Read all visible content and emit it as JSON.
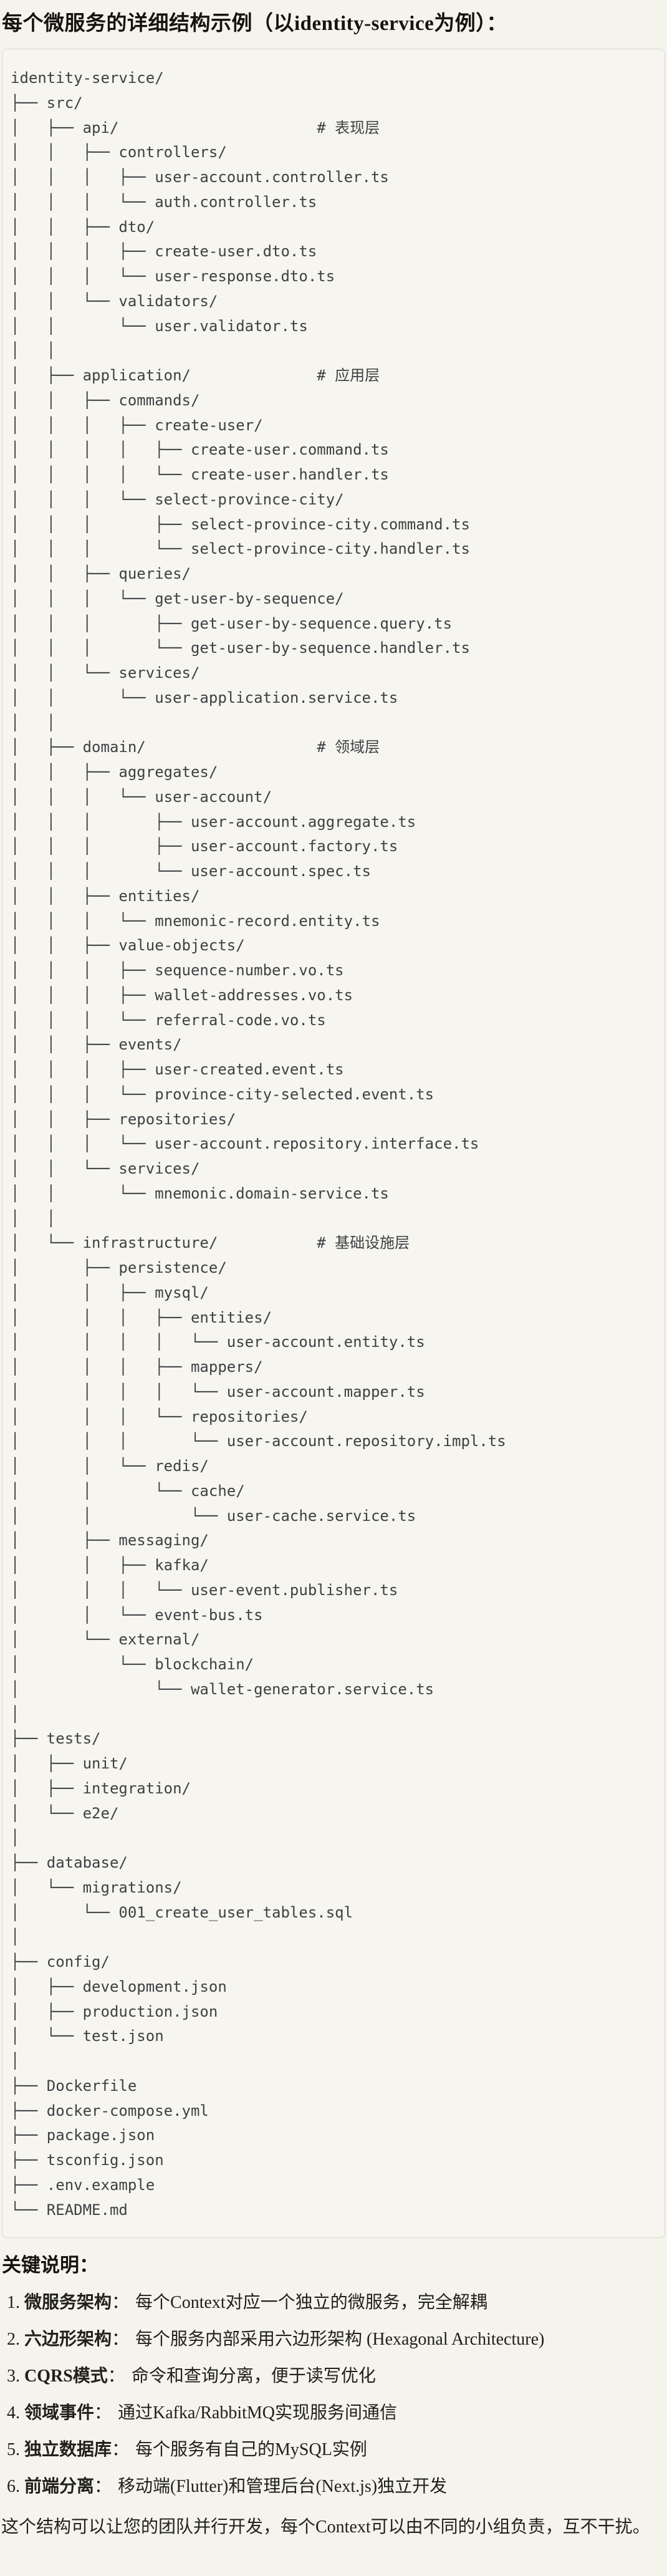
{
  "page": {
    "title": "每个微服务的详细结构示例（以identity-service为例）："
  },
  "tree": {
    "lines": [
      "identity-service/",
      "├── src/",
      "│   ├── api/                      # 表现层",
      "│   │   ├── controllers/",
      "│   │   │   ├── user-account.controller.ts",
      "│   │   │   └── auth.controller.ts",
      "│   │   ├── dto/",
      "│   │   │   ├── create-user.dto.ts",
      "│   │   │   └── user-response.dto.ts",
      "│   │   └── validators/",
      "│   │       └── user.validator.ts",
      "│   │",
      "│   ├── application/              # 应用层",
      "│   │   ├── commands/",
      "│   │   │   ├── create-user/",
      "│   │   │   │   ├── create-user.command.ts",
      "│   │   │   │   └── create-user.handler.ts",
      "│   │   │   └── select-province-city/",
      "│   │   │       ├── select-province-city.command.ts",
      "│   │   │       └── select-province-city.handler.ts",
      "│   │   ├── queries/",
      "│   │   │   └── get-user-by-sequence/",
      "│   │   │       ├── get-user-by-sequence.query.ts",
      "│   │   │       └── get-user-by-sequence.handler.ts",
      "│   │   └── services/",
      "│   │       └── user-application.service.ts",
      "│   │",
      "│   ├── domain/                   # 领域层",
      "│   │   ├── aggregates/",
      "│   │   │   └── user-account/",
      "│   │   │       ├── user-account.aggregate.ts",
      "│   │   │       ├── user-account.factory.ts",
      "│   │   │       └── user-account.spec.ts",
      "│   │   ├── entities/",
      "│   │   │   └── mnemonic-record.entity.ts",
      "│   │   ├── value-objects/",
      "│   │   │   ├── sequence-number.vo.ts",
      "│   │   │   ├── wallet-addresses.vo.ts",
      "│   │   │   └── referral-code.vo.ts",
      "│   │   ├── events/",
      "│   │   │   ├── user-created.event.ts",
      "│   │   │   └── province-city-selected.event.ts",
      "│   │   ├── repositories/",
      "│   │   │   └── user-account.repository.interface.ts",
      "│   │   └── services/",
      "│   │       └── mnemonic.domain-service.ts",
      "│   │",
      "│   └── infrastructure/           # 基础设施层",
      "│       ├── persistence/",
      "│       │   ├── mysql/",
      "│       │   │   ├── entities/",
      "│       │   │   │   └── user-account.entity.ts",
      "│       │   │   ├── mappers/",
      "│       │   │   │   └── user-account.mapper.ts",
      "│       │   │   └── repositories/",
      "│       │   │       └── user-account.repository.impl.ts",
      "│       │   └── redis/",
      "│       │       └── cache/",
      "│       │           └── user-cache.service.ts",
      "│       ├── messaging/",
      "│       │   ├── kafka/",
      "│       │   │   └── user-event.publisher.ts",
      "│       │   └── event-bus.ts",
      "│       └── external/",
      "│           └── blockchain/",
      "│               └── wallet-generator.service.ts",
      "│",
      "├── tests/",
      "│   ├── unit/",
      "│   ├── integration/",
      "│   └── e2e/",
      "│",
      "├── database/",
      "│   └── migrations/",
      "│       └── 001_create_user_tables.sql",
      "│",
      "├── config/",
      "│   ├── development.json",
      "│   ├── production.json",
      "│   └── test.json",
      "│",
      "├── Dockerfile",
      "├── docker-compose.yml",
      "├── package.json",
      "├── tsconfig.json",
      "├── .env.example",
      "└── README.md"
    ]
  },
  "notes": {
    "heading": "关键说明：",
    "colon": "：",
    "items": [
      {
        "num": "1.",
        "label": "微服务架构",
        "desc": "每个Context对应一个独立的微服务，完全解耦"
      },
      {
        "num": "2.",
        "label": "六边形架构",
        "desc": "每个服务内部采用六边形架构 (Hexagonal Architecture)"
      },
      {
        "num": "3.",
        "label": "CQRS模式",
        "desc": "命令和查询分离，便于读写优化"
      },
      {
        "num": "4.",
        "label": "领域事件",
        "desc": "通过Kafka/RabbitMQ实现服务间通信"
      },
      {
        "num": "5.",
        "label": "独立数据库",
        "desc": "每个服务有自己的MySQL实例"
      },
      {
        "num": "6.",
        "label": "前端分离",
        "desc": "移动端(Flutter)和管理后台(Next.js)独立开发"
      }
    ],
    "footer": "这个结构可以让您的团队并行开发，每个Context可以由不同的小组负责，互不干扰。"
  },
  "colors": {
    "page_background": "#f4f3ec",
    "code_block_background": "#f6f5ef",
    "code_block_border": "#dcdad0",
    "tree_text": "#3e4044",
    "body_text": "#21201b"
  }
}
